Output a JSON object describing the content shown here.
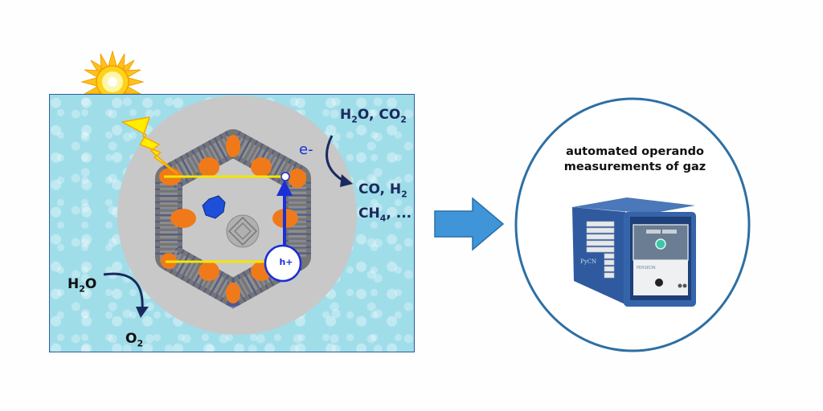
{
  "water_panel": {
    "reduction": {
      "reactants": [
        {
          "el": "H",
          "sub": "2"
        },
        {
          "el": "O, CO",
          "sub": "2"
        }
      ],
      "products_line1": [
        {
          "el": "CO, H",
          "sub": "2"
        }
      ],
      "products_line2": [
        {
          "el": "CH",
          "sub": "4"
        },
        {
          "el": ", ...",
          "sub": ""
        }
      ]
    },
    "oxidation": {
      "reactant": [
        {
          "el": "H",
          "sub": "2"
        },
        {
          "el": "O",
          "sub": ""
        }
      ],
      "product": [
        {
          "el": "O",
          "sub": "2"
        }
      ]
    },
    "electron_label": "e-",
    "hole_label": "h+"
  },
  "instrument": {
    "label_line1": "automated operando",
    "label_line2": "measurements of gaz"
  },
  "colors": {
    "water": "#9fdde9",
    "panel_border": "#2e5a9a",
    "disc": "#c8c8c8",
    "arrow_fill": "#3f95d8",
    "circle_border": "#2d6fa3",
    "sun": "#ffd21a",
    "band_line": "#f5e600",
    "charge_blue": "#1a2fd6",
    "text_dark_blue": "#1b2a5e"
  }
}
